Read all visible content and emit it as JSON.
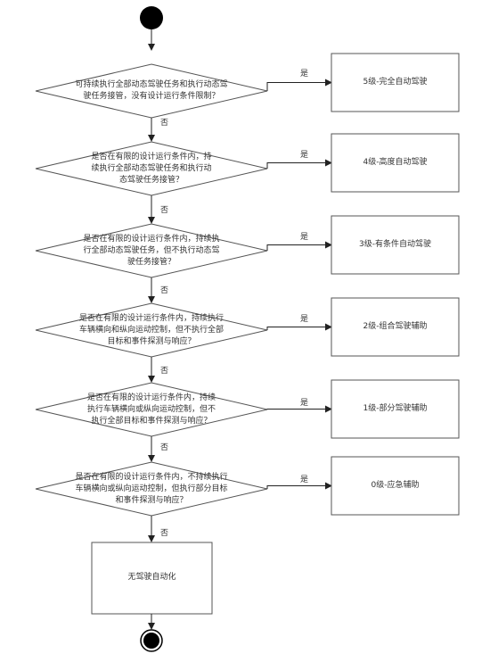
{
  "decisions": [
    {
      "text": "可持续执行全部动态驾驶任务和执行动态驾\n驶任务接管，没有设计运行条件限制？"
    },
    {
      "text": "是否在有限的设计运行条件内，持\n续执行全部动态驾驶任务和执行动\n态驾驶任务接管？"
    },
    {
      "text": "是否在有限的设计运行条件内，持续执\n行全部动态驾驶任务，但不执行动态驾\n驶任务接管？"
    },
    {
      "text": "是否在有限的设计运行条件内，持续执行\n车辆横向和纵向运动控制，但不执行全部\n目标和事件探测与响应？"
    },
    {
      "text": "是否在有限的设计运行条件内，持续\n执行车辆横向或纵向运动控制，但不\n执行全部目标和事件探测与响应？"
    },
    {
      "text": "是否在有限的设计运行条件内，不持续执行\n车辆横向或纵向运动控制，但执行部分目标\n和事件探测与响应？"
    }
  ],
  "levels": [
    {
      "text": "5级-完全自动驾驶"
    },
    {
      "text": "4级-高度自动驾驶"
    },
    {
      "text": "3级-有条件自动驾驶"
    },
    {
      "text": "2级-组合驾驶辅助"
    },
    {
      "text": "1级-部分驾驶辅助"
    },
    {
      "text": "0级-应急辅助"
    }
  ],
  "final_box": {
    "text": "无驾驶自动化"
  },
  "yes_label": "是",
  "no_label": "否",
  "colors": {
    "line": "#222222",
    "node": "#000000",
    "box_border": "#555555"
  }
}
